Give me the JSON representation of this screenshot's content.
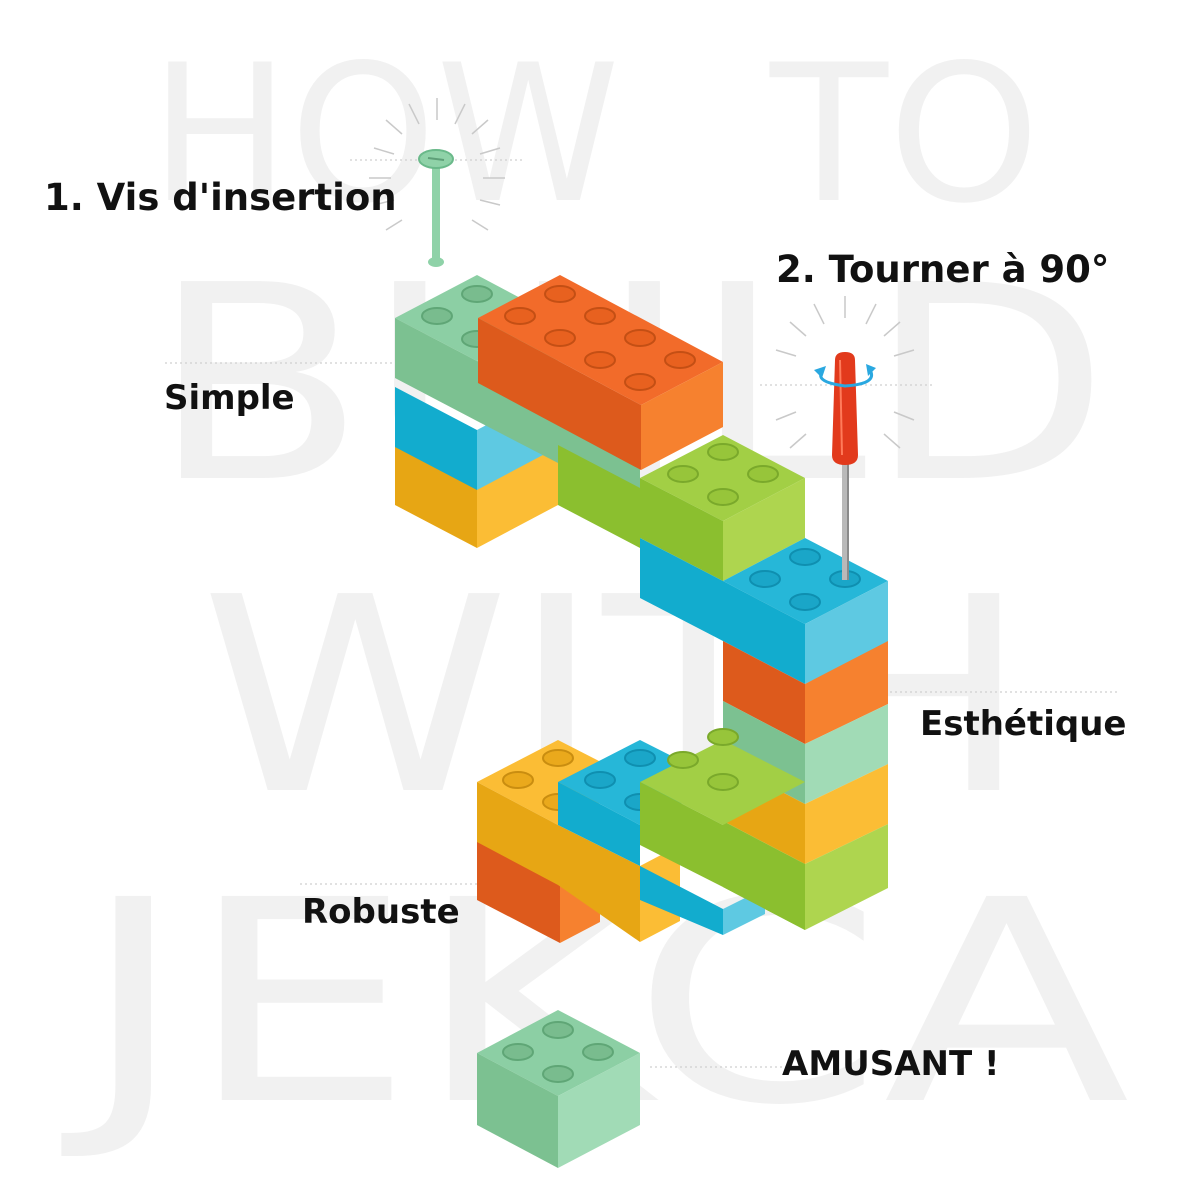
{
  "background_words": [
    "HOW",
    "TO",
    "BUILD",
    "WITH",
    "JEKCA"
  ],
  "labels": {
    "step1": "1. Vis d'insertion",
    "step2": "2. Tourner à 90°",
    "simple": "Simple",
    "esthetique": "Esthétique",
    "robuste": "Robuste",
    "amusant": "AMUSANT !"
  },
  "icons": {
    "screw": "screw-icon",
    "screwdriver": "screwdriver-icon",
    "rotation": "rotation-arrow-icon"
  },
  "colors": {
    "text": "#111111",
    "background_text": "#f1f1f1",
    "mint_green": "#86c9a0",
    "orange": "#f06a28",
    "lime_green": "#9ccd3c",
    "cyan_blue": "#22b4d6",
    "yellow": "#f7b529",
    "screwdriver_red": "#e23a1c",
    "rotation_blue": "#2aa8e0"
  }
}
